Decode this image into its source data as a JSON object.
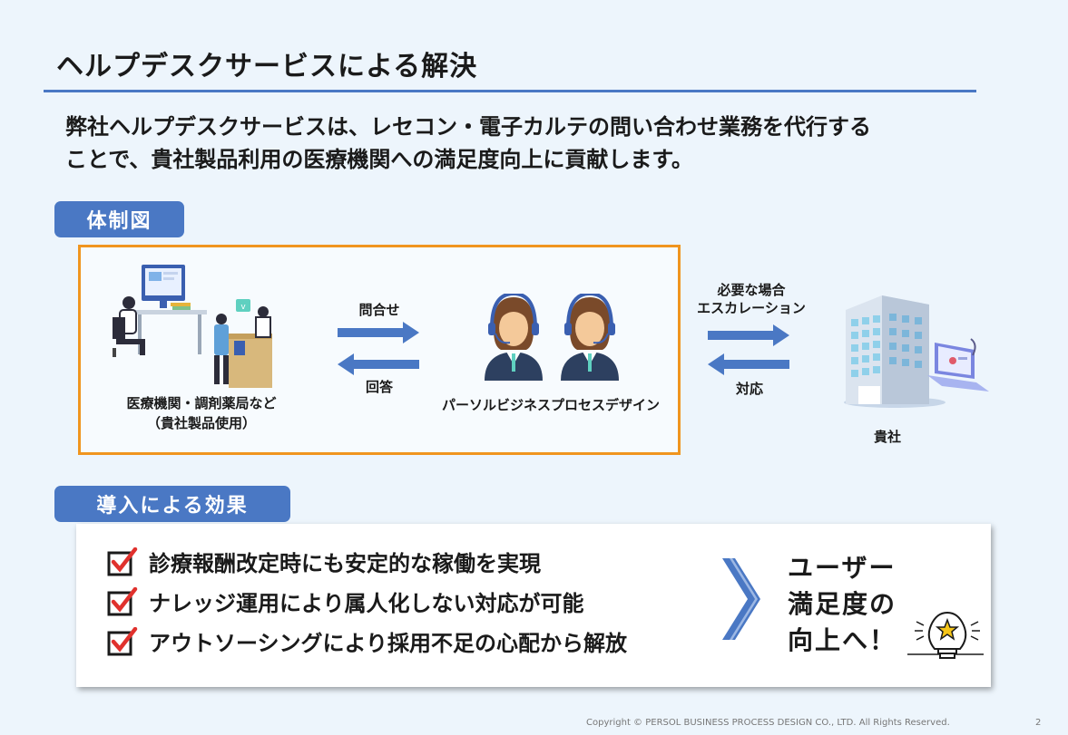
{
  "title": "ヘルプデスクサービスによる解決",
  "lead": {
    "line1": "弊社ヘルプデスクサービスは、レセコン・電子カルテの問い合わせ業務を代行する",
    "line2": "ことで、貴社製品利用の医療機関への満足度向上に貢献します。"
  },
  "section_structure": "体制図",
  "section_effect": "導入による効果",
  "diagram": {
    "client_label_1": "医療機関・調剤薬局など",
    "client_label_2": "（貴社製品使用）",
    "inquiry": "問合せ",
    "answer": "回答",
    "operator_label": "パーソルビジネスプロセスデザイン",
    "escalation_1": "必要な場合",
    "escalation_2": "エスカレーション",
    "response": "対応",
    "company_label": "貴社"
  },
  "effects": [
    "診療報酬改定時にも安定的な稼働を実現",
    "ナレッジ運用により属人化しない対応が可能",
    "アウトソーシングにより採用不足の心配から解放"
  ],
  "result": {
    "line1": "ユーザー",
    "line2": "満足度の",
    "line3": "向上へ！"
  },
  "footer": "Copyright © PERSOL BUSINESS PROCESS DESIGN CO., LTD. All Rights Reserved.",
  "page_number": "2",
  "colors": {
    "accent": "#4a78c4",
    "frame": "#f0951f",
    "check": "#e0312d"
  }
}
